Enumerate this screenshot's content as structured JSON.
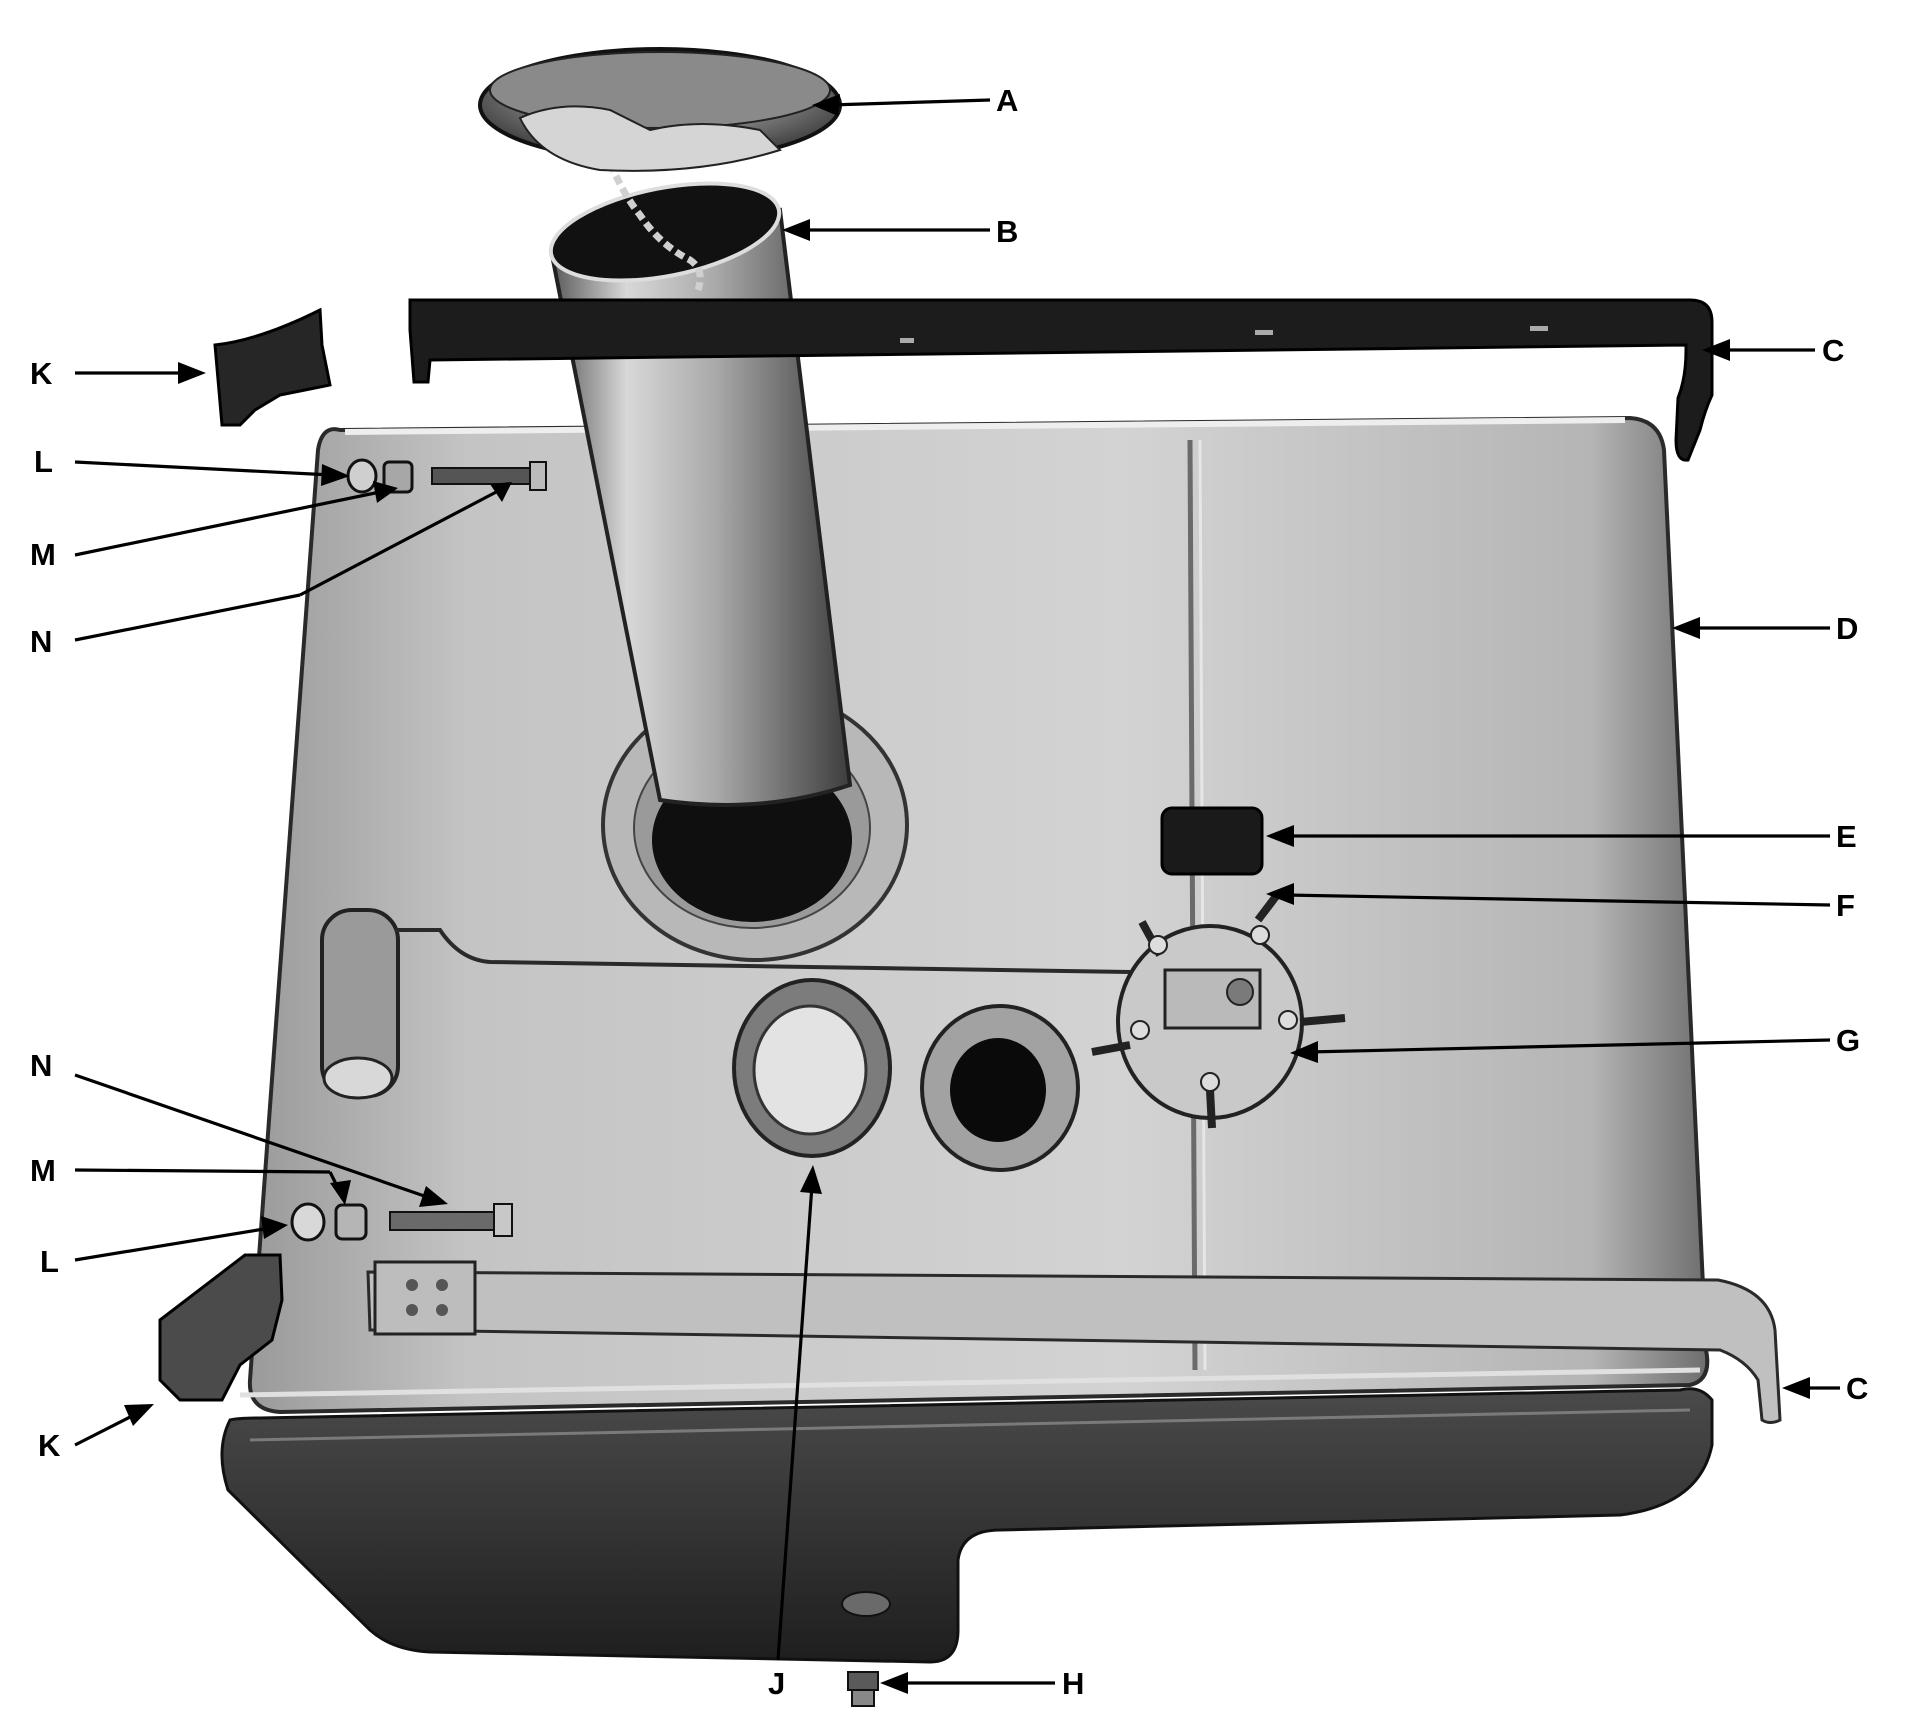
{
  "colors": {
    "ink": "#000000",
    "paper": "#ffffff",
    "tank_light": "#c9c9c9",
    "tank_mid": "#8d8d8d",
    "tank_dark": "#2b2b2b"
  },
  "callouts": {
    "a": "A",
    "b": "B",
    "c_top": "C",
    "c_bottom": "C",
    "d": "D",
    "e": "E",
    "f": "F",
    "g": "G",
    "h": "H",
    "j": "J",
    "k_top": "K",
    "k_bottom": "K",
    "l_top": "L",
    "l_bottom": "L",
    "m_top": "M",
    "m_bottom": "M",
    "n_top": "N",
    "n_bottom": "N"
  }
}
